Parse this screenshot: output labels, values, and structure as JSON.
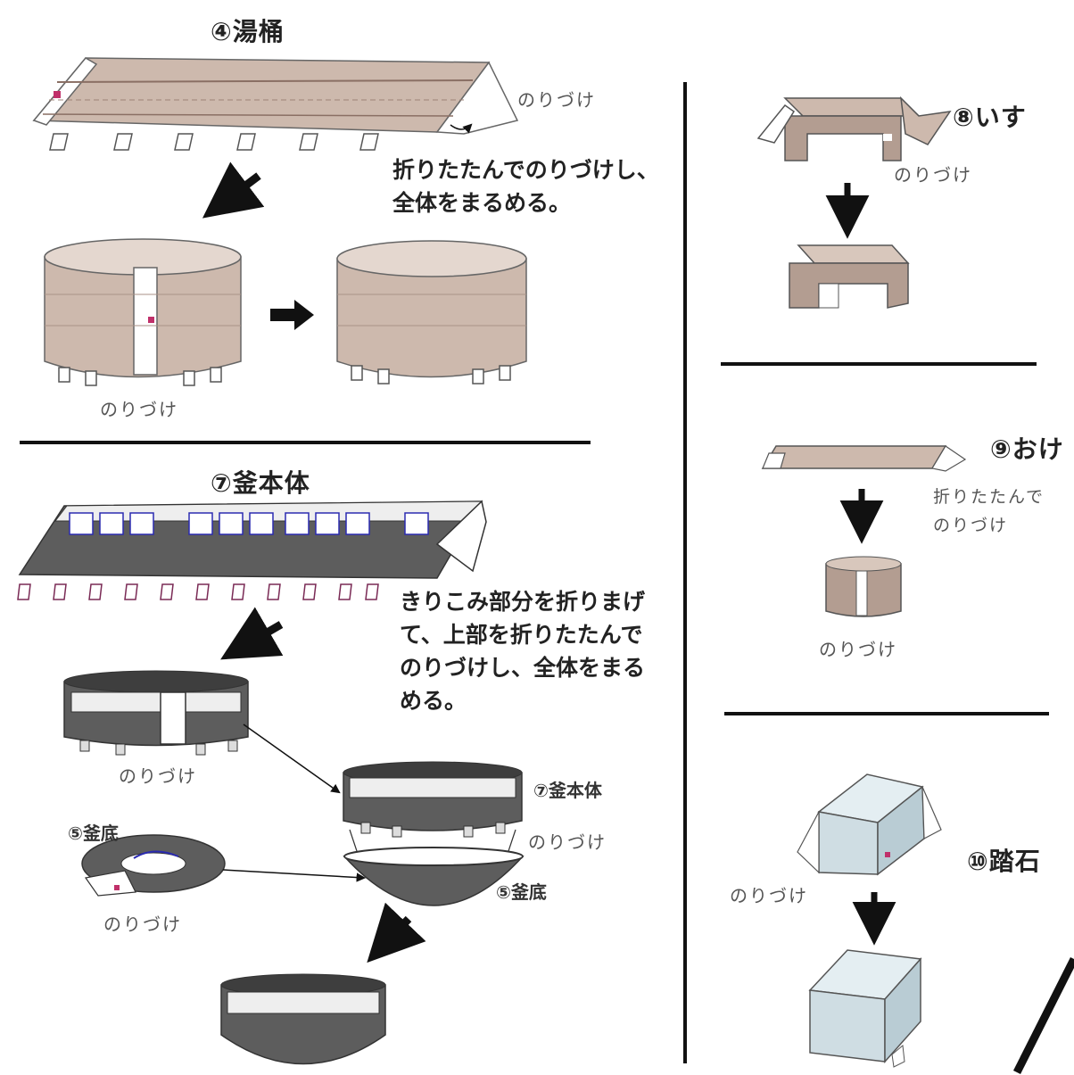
{
  "sections": {
    "yuoke": {
      "title": "④湯桶",
      "glue_flap": "のりづけ",
      "instruction_lines": [
        "折りたたんでのりづけし、",
        "全体をまるめる。"
      ],
      "glue_bottom": "のりづけ"
    },
    "kama": {
      "title": "⑦釜本体",
      "instruction_lines": [
        "きりこみ部分を折りまげ",
        "て、上部を折りたたんで",
        "のりづけし、全体をまる",
        "める。"
      ],
      "glue_body": "のりづけ",
      "label_body": "⑦釜本体",
      "glue_join": "のりづけ",
      "label_base_left": "⑤釜底",
      "glue_base": "のりづけ",
      "label_base_right": "⑤釜底"
    },
    "isu": {
      "title": "⑧いす",
      "glue": "のりづけ"
    },
    "oke": {
      "title": "⑨おけ",
      "instruction_line": "折りたたんで",
      "glue_side": "のりづけ",
      "glue_bottom": "のりづけ"
    },
    "fumiishi": {
      "title": "⑩踏石",
      "glue": "のりづけ"
    }
  },
  "colors": {
    "wood": "#cdb9ad",
    "wood_dark": "#b39d91",
    "kama": "#5d5d5d",
    "stone": "#cfdde3",
    "line": "#111111"
  }
}
